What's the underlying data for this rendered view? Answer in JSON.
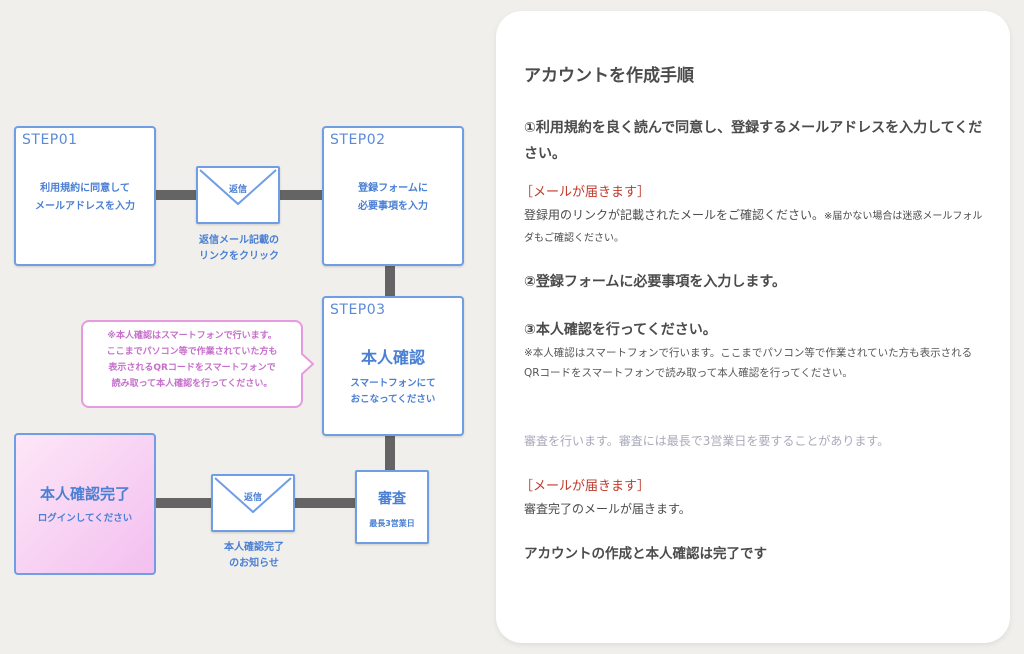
{
  "diagram": {
    "step1": {
      "label": "STEP01",
      "text": "利用規約に同意して\nメールアドレスを入力"
    },
    "envelope1": {
      "label": "返信",
      "caption": "返信メール記載の\nリンクをクリック"
    },
    "step2": {
      "label": "STEP02",
      "text": "登録フォームに\n必要事項を入力"
    },
    "step3": {
      "label": "STEP03",
      "title": "本人確認",
      "text": "スマートフォンにて\nおこなってください"
    },
    "note": "※本人確認はスマートフォンで行います。\nここまでパソコン等で作業されていた方も\n表示されるQRコードをスマートフォンで\n読み取って本人確認を行ってください。",
    "review": {
      "title": "審査",
      "text": "最長3営業日"
    },
    "envelope2": {
      "label": "返信",
      "caption": "本人確認完了\nのお知らせ"
    },
    "done": {
      "title": "本人確認完了",
      "text": "ログインしてください"
    },
    "colors": {
      "box_border": "#6f9ee4",
      "text": "#4a7fd4",
      "connector": "#646464",
      "note_border": "#e69be0"
    }
  },
  "panel": {
    "title": "アカウントを作成手順",
    "s1_heading": "①利用規約を良く読んで同意し、登録するメールアドレスを入力してください。",
    "s1_tag": "［メールが届きます］",
    "s1_body": "登録用のリンクが記載されたメールをご確認ください。",
    "s1_small": "※届かない場合は迷惑メールフォルダもご確認ください。",
    "s2_heading": "②登録フォームに必要事項を入力します。",
    "s3_heading": "③本人確認を行ってください。",
    "s3_note": "※本人確認はスマートフォンで行います。ここまでパソコン等で作業されていた方も表示されるQRコードをスマートフォンで読み取って本人確認を行ってください。",
    "review_text": "審査を行います。審査には最長で3営業日を要することがあります。",
    "s4_tag": "［メールが届きます］",
    "s4_body": "審査完了のメールが届きます。",
    "final": "アカウントの作成と本人確認は完了です"
  }
}
